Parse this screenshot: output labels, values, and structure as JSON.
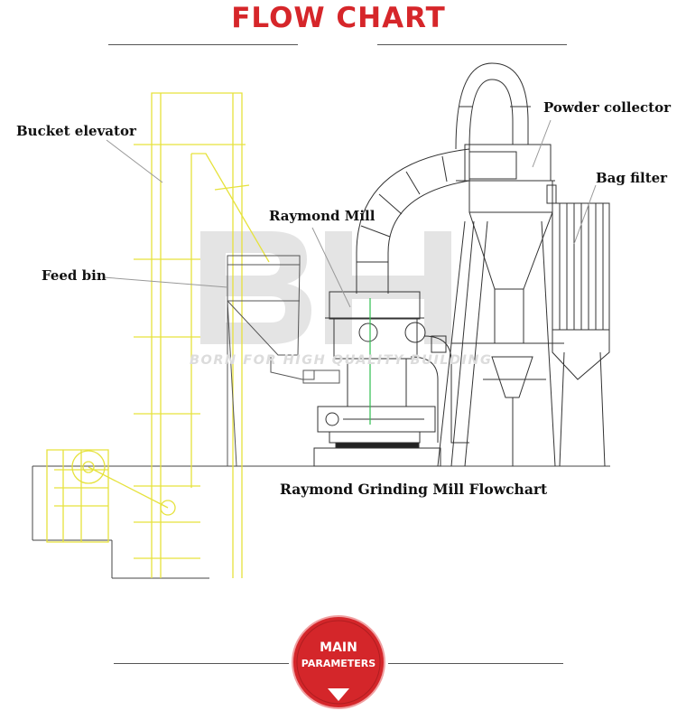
{
  "header": {
    "title": "FLOW CHART"
  },
  "labels": {
    "bucket_elevator": "Bucket elevator",
    "feed_bin": "Feed bin",
    "raymond_mill": "Raymond Mill",
    "powder_collector": "Powder collector",
    "bag_filter": "Bag filter"
  },
  "watermark": {
    "letters": "BH",
    "tagline": "BORN FOR HIGH QUALITY BUILDING"
  },
  "caption": "Raymond Grinding Mill Flowchart",
  "footer": {
    "main_label": "MAIN",
    "sub_label": "PARAMETERS"
  },
  "colors": {
    "accent": "#d6262a",
    "elevator_lines": "#e6e23c",
    "machine_lines": "#333333",
    "watermark": "#e2e2e2"
  }
}
